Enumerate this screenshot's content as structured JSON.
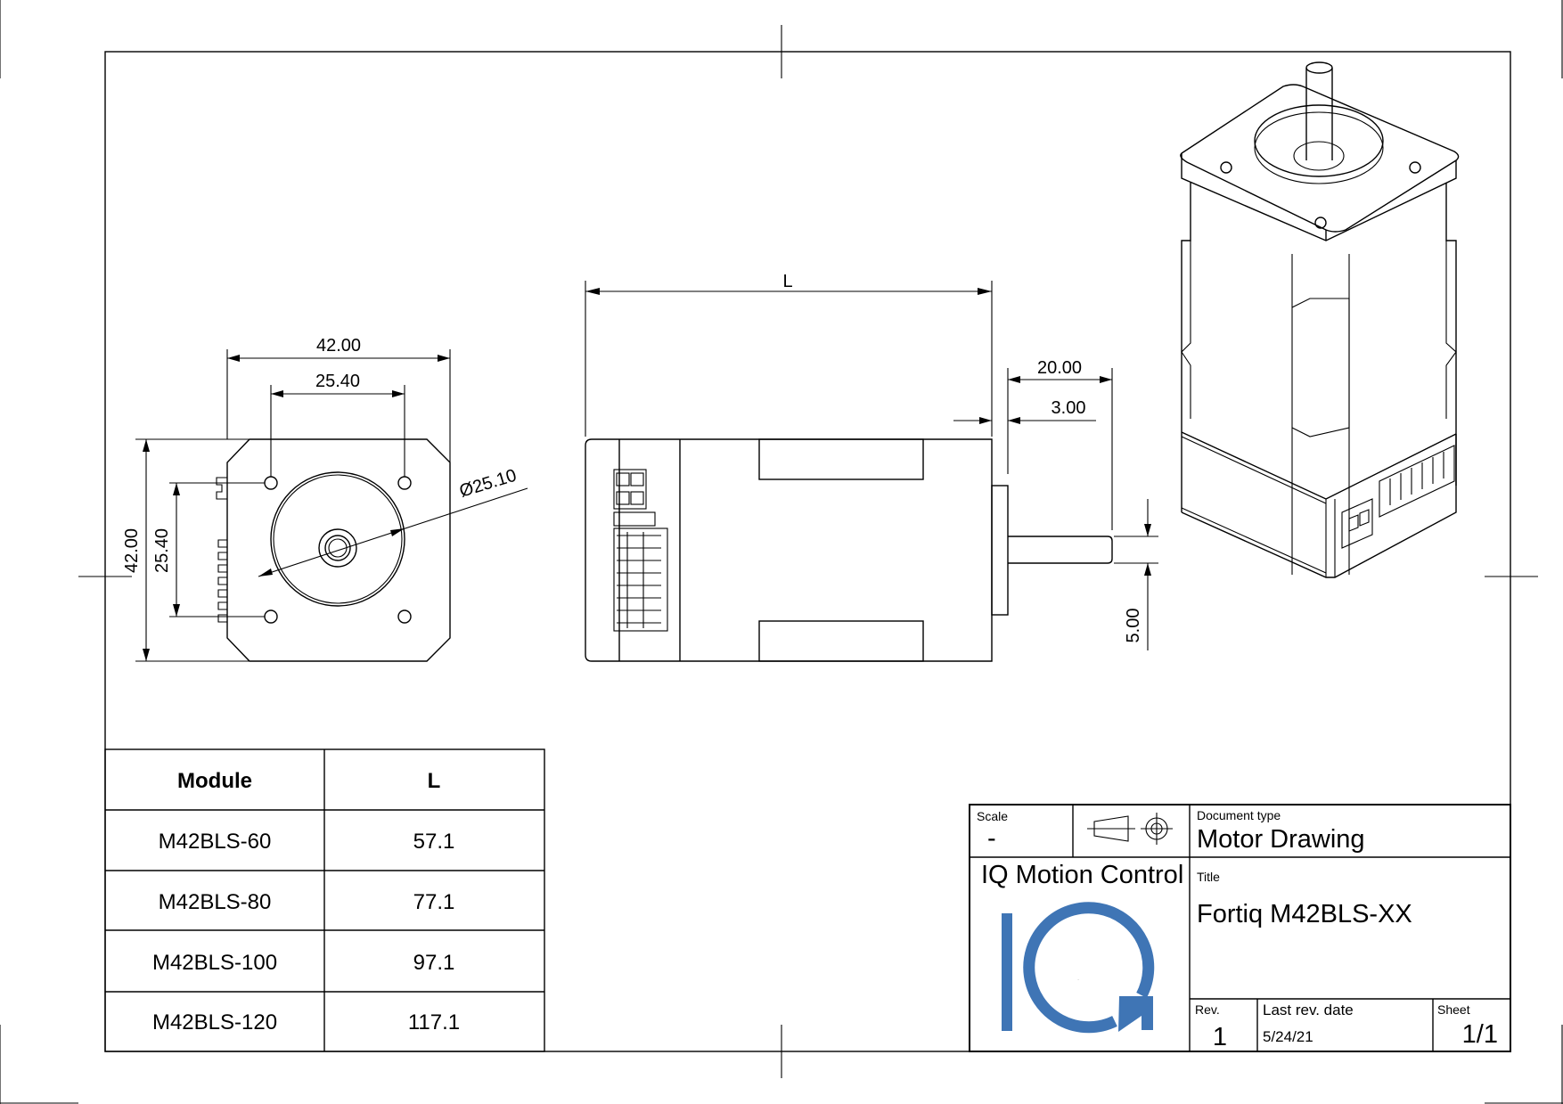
{
  "dimensions": {
    "front_width": "42.00",
    "front_hole_spacing_h": "25.40",
    "front_height": "42.00",
    "front_hole_spacing_v": "25.40",
    "pilot_diameter": "Ø25.10",
    "length_label": "L",
    "shaft_length": "20.00",
    "pilot_depth": "3.00",
    "shaft_diameter": "5.00"
  },
  "module_table": {
    "headers": [
      "Module",
      "L"
    ],
    "rows": [
      {
        "module": "M42BLS-60",
        "length": "57.1"
      },
      {
        "module": "M42BLS-80",
        "length": "77.1"
      },
      {
        "module": "M42BLS-100",
        "length": "97.1"
      },
      {
        "module": "M42BLS-120",
        "length": "117.1"
      }
    ]
  },
  "title_block": {
    "scale_label": "Scale",
    "scale_value": "-",
    "company": "IQ Motion Control",
    "doc_type_label": "Document type",
    "doc_type": "Motor Drawing",
    "title_label": "Title",
    "title": "Fortiq M42BLS-XX",
    "rev_label": "Rev.",
    "rev": "1",
    "last_rev_label": "Last rev. date",
    "last_rev_date": "5/24/21",
    "sheet_label": "Sheet",
    "sheet": "1/1",
    "logo_text": "IQ",
    "logo_color": "#3f75b5"
  }
}
